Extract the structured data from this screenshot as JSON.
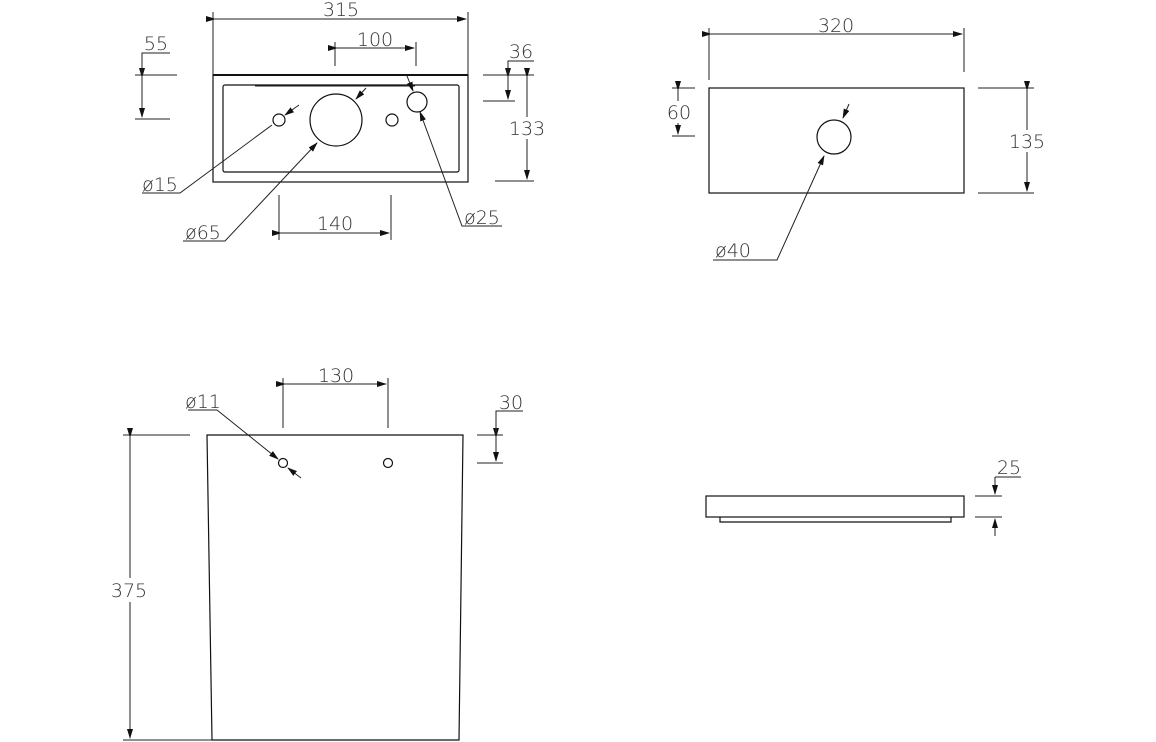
{
  "views": {
    "top_basin": {
      "width": "315",
      "tap_spacing": "100",
      "left_edge_offset": "55",
      "right_edge_offset": "36",
      "depth": "133",
      "waste_spacing": "140",
      "hole_small": "ø15",
      "hole_large": "ø65",
      "hole_tap": "ø25"
    },
    "top_pedestal": {
      "width": "320",
      "hole_offset": "60",
      "depth": "135",
      "hole": "ø40"
    },
    "front_pedestal": {
      "fixing_spacing": "130",
      "fixing_hole": "ø11",
      "fixing_offset": "30",
      "height": "375"
    },
    "side_basin": {
      "thickness": "25"
    }
  }
}
